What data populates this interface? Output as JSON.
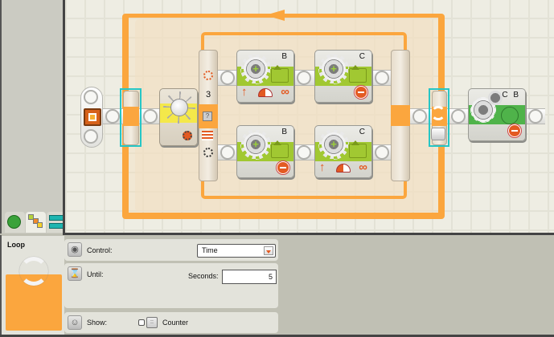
{
  "palette": {
    "tabs": [
      {
        "name": "common-palette",
        "icon": "green-circle-icon",
        "active": false
      },
      {
        "name": "complete-palette",
        "icon": "colored-blocks-icon",
        "active": true
      },
      {
        "name": "custom-palette",
        "icon": "teal-bars-icon",
        "active": false
      }
    ]
  },
  "program": {
    "loop": {
      "direction_icon": "loop-arrow-left-icon",
      "end_icon": "loop-cycle-icon",
      "end_button_icon": "stop-sensor-icon"
    },
    "light_sensor": {
      "icon": "sun-icon",
      "sub_icon": "light-dot-icon"
    },
    "switch": {
      "value": "3",
      "top_icon": "light-on-icon",
      "bottom_icon": "light-off-icon",
      "mid_icon": "question-icon",
      "list_icon": "lines-icon"
    },
    "blocks": [
      {
        "id": "motor-b-top",
        "ports": "B",
        "type": "motor",
        "icons": [
          "up-arrow-icon",
          "power-icon",
          "infinity-icon"
        ]
      },
      {
        "id": "motor-c-top",
        "ports": "C",
        "type": "motor",
        "icons": [
          "stop-icon"
        ]
      },
      {
        "id": "motor-b-bottom",
        "ports": "B",
        "type": "motor",
        "icons": [
          "stop-icon"
        ]
      },
      {
        "id": "motor-c-bottom",
        "ports": "C",
        "type": "motor",
        "icons": [
          "up-arrow-icon",
          "power-icon",
          "infinity-icon"
        ]
      },
      {
        "id": "move-cb",
        "ports": "C B",
        "type": "move",
        "icons": [
          "stop-icon"
        ]
      }
    ]
  },
  "config": {
    "title": "Loop",
    "control": {
      "label": "Control:",
      "value": "Time"
    },
    "until": {
      "label": "Until:",
      "seconds_label": "Seconds:",
      "seconds_value": "5"
    },
    "show": {
      "label": "Show:",
      "counter_label": "Counter",
      "counter_checked": false
    }
  },
  "colors": {
    "loop_orange": "#fba63e",
    "motor_green": "#a1c832",
    "move_green": "#4fb34a",
    "sensor_yellow": "#f4e84a",
    "selection_teal": "#26c6c6",
    "icon_orange": "#e35a22"
  }
}
